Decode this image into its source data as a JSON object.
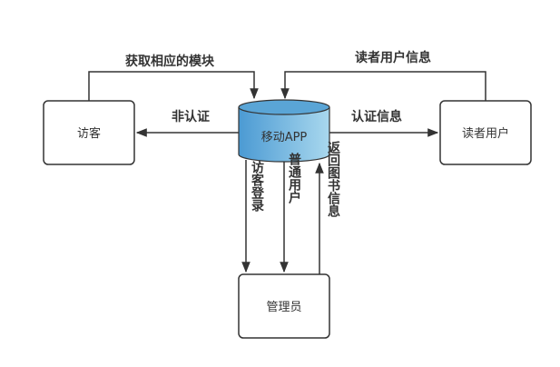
{
  "nodes": {
    "visitor": {
      "label": "访客"
    },
    "mobile_app": {
      "label": "移动APP"
    },
    "reader": {
      "label": "读者用户"
    },
    "admin": {
      "label": "管理员"
    }
  },
  "edges": {
    "get_module": {
      "label": "获取相应的模块"
    },
    "reader_info": {
      "label": "读者用户信息"
    },
    "unauthenticated": {
      "label": "非认证"
    },
    "auth_info": {
      "label": "认证信息"
    },
    "visitor_login": {
      "label": "访客登录"
    },
    "regular_user": {
      "label": "普通用户"
    },
    "return_book_info": {
      "label": "返回图书信息"
    }
  },
  "colors": {
    "stroke": "#333333",
    "cylinder_top": "#5aa5d6",
    "cylinder_body_left": "#4b9ad3",
    "cylinder_body_right": "#a9d8ee"
  }
}
